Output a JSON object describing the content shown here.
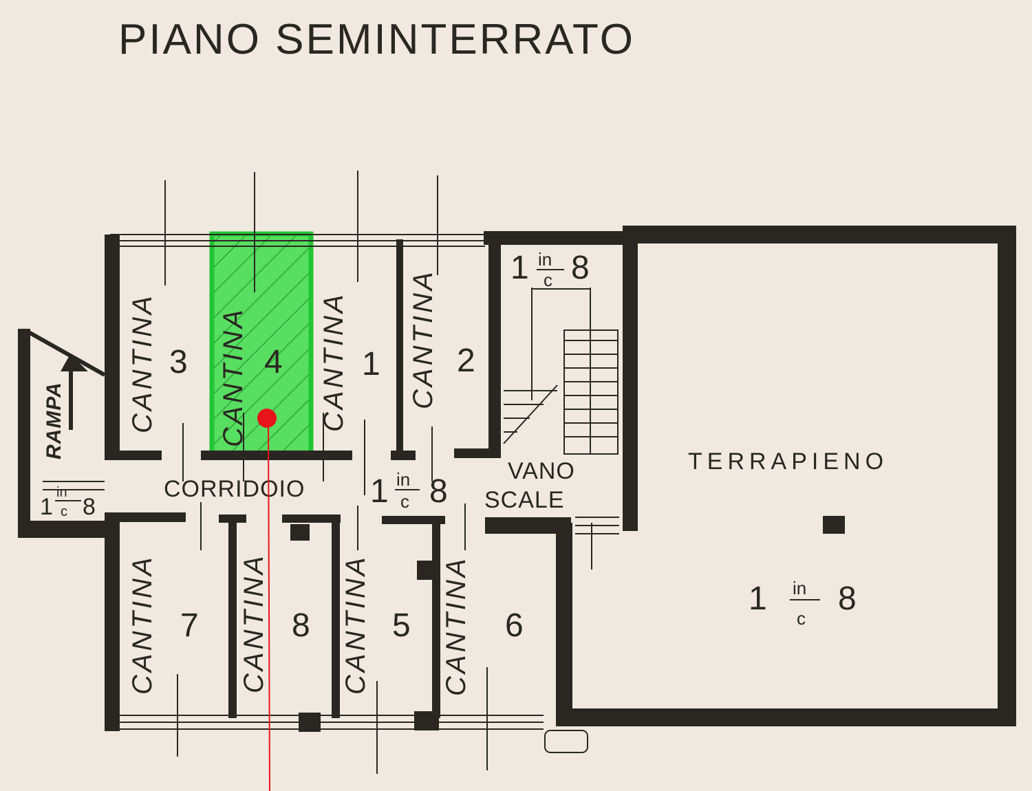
{
  "title": "PIANO SEMINTERRATO",
  "rooms": {
    "cantina_label": "CANTINA",
    "corridoio": "CORRIDOIO",
    "vano": "VANO",
    "scale": "SCALE",
    "terrapieno": "TERRAPIENO",
    "rampa": "RAMPA"
  },
  "cellar_numbers": {
    "c3": "3",
    "c4": "4",
    "c1": "1",
    "c2": "2",
    "c7": "7",
    "c8": "8",
    "c5": "5",
    "c6": "6"
  },
  "floor_code": {
    "left": "1",
    "top": "in",
    "bottom": "c",
    "right": "8"
  },
  "floor_code_small": {
    "left": "1",
    "top": "in",
    "bottom": "c",
    "right": "8"
  },
  "highlight": {
    "fill": "#3ddc4a",
    "border": "#22c533",
    "hatch": "#1f8a2b",
    "marker": "#e8141c"
  }
}
